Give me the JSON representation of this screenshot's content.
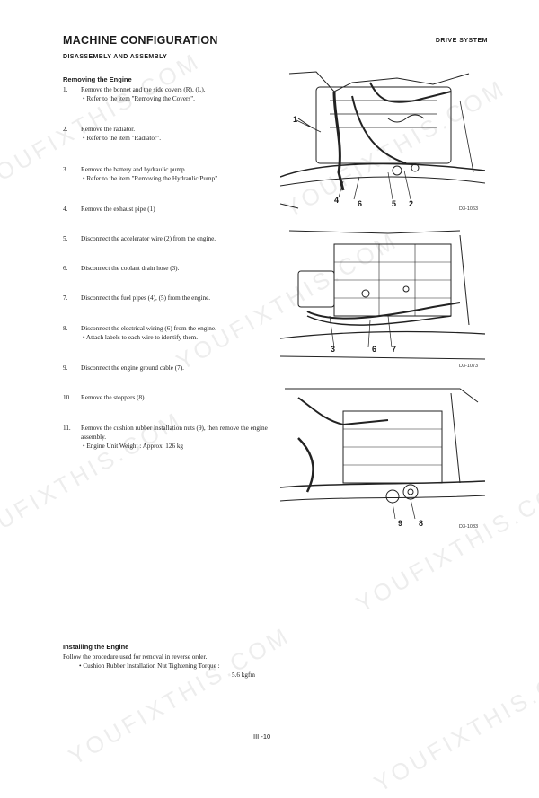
{
  "header": {
    "title": "MACHINE CONFIGURATION",
    "section": "DRIVE SYSTEM"
  },
  "subheading": "DISASSEMBLY AND ASSEMBLY",
  "removing": {
    "title": "Removing the Engine",
    "steps": [
      {
        "num": "1.",
        "text": "Remove the bonnet and the side covers (R), (L).",
        "note": "Refer to the item \"Removing the Covers\"."
      },
      {
        "num": "2.",
        "text": "Remove the radiator.",
        "note": "Refer to the item \"Radiator\"."
      },
      {
        "num": "3.",
        "text": "Remove the battery and hydraulic pump.",
        "note": "Refer to the item \"Removing the Hydraulic Pump\""
      },
      {
        "num": "4.",
        "text": "Remove the exhaust pipe (1)",
        "note": ""
      },
      {
        "num": "5.",
        "text": "Disconnect the accelerator wire (2) from the engine.",
        "note": ""
      },
      {
        "num": "6.",
        "text": "Disconnect the coolant drain hose (3).",
        "note": ""
      },
      {
        "num": "7.",
        "text": "Disconnect the fuel pipes (4), (5) from the engine.",
        "note": ""
      },
      {
        "num": "8.",
        "text": "Disconnect the electrical wiring (6) from the engine.",
        "note": "Attach labels to each wire to identify them."
      },
      {
        "num": "9.",
        "text": "Disconnect the engine ground cable (7).",
        "note": ""
      },
      {
        "num": "10.",
        "text": "Remove the stoppers (8).",
        "note": ""
      },
      {
        "num": "11.",
        "text": "Remove the cushion rubber installation nuts (9), then remove the engine assembly.",
        "note": "Engine Unit Weight : Approx. 126 kg"
      }
    ]
  },
  "installing": {
    "title": "Installing the Engine",
    "text": "Follow the procedure used for removal in reverse order.",
    "note": "Cushion Rubber Installation Nut Tightening Torque :",
    "value": "5.6 kgfm"
  },
  "figures": [
    {
      "code": "D3-1063",
      "callouts": [
        "1",
        "4",
        "6",
        "5",
        "2"
      ]
    },
    {
      "code": "D3-1073",
      "callouts": [
        "3",
        "6",
        "7"
      ]
    },
    {
      "code": "D3-1083",
      "callouts": [
        "9",
        "8"
      ]
    }
  ],
  "watermark": "YOUFIXTHIS.COM",
  "page_number": "III -10"
}
